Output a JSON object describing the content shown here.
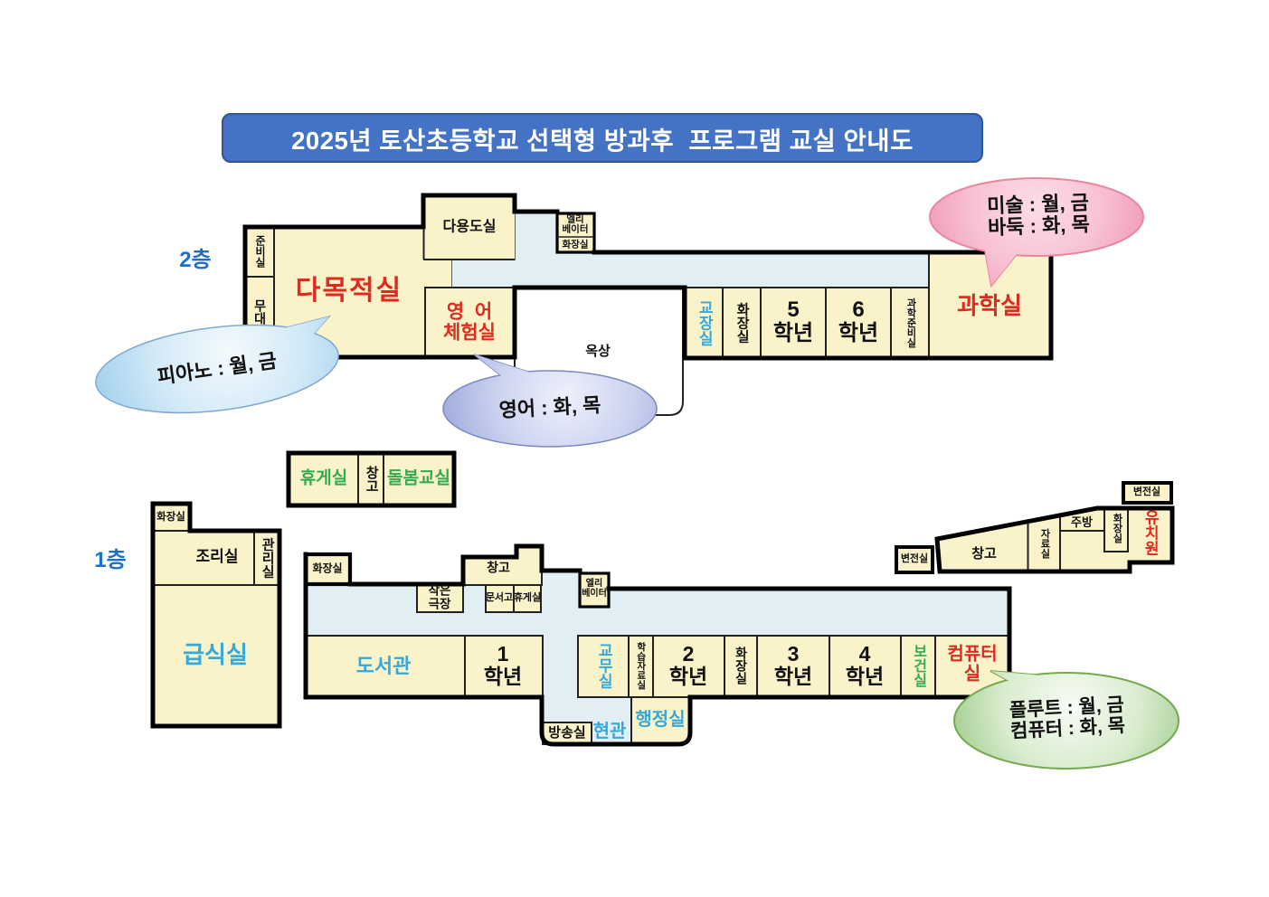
{
  "title": "2025년 토산초등학교 선택형 방과후  프로그램 교실 안내도",
  "colors": {
    "title_bg": "#4472c4",
    "room_fill": "#faf3c9",
    "corridor_fill": "#e1eff5",
    "wall": "#000000",
    "label_red": "#e02a1f",
    "label_cyan": "#35a8dc",
    "label_green": "#2fac53",
    "label_blue": "#1f70c5",
    "bubble_pink": "#f2a2bd",
    "bubble_blue": "#abd5ef",
    "bubble_periwinkle": "#a8b2e2",
    "bubble_green": "#aad199"
  },
  "floor2": {
    "label": "2층",
    "rooms": {
      "prep_room": "준비실",
      "stage": "무대",
      "multipurpose_room": "다목적실",
      "utility_room": "다용도실",
      "elevator": "엘리\n베이터",
      "elevator_toilet": "화장실",
      "english_lab": "영  어\n체험실",
      "rooftop": "옥상",
      "principal_office": "교장실",
      "toilet": "화장실",
      "grade5": "5\n학년",
      "grade6": "6\n학년",
      "science_prep_room": "과학준비실",
      "science_room": "과학실"
    }
  },
  "floor1": {
    "label": "1층",
    "rooms": {
      "lounge_annex": "휴게실",
      "storage_annex": "창고",
      "care_classroom": "돌봄교실",
      "kitchen_toilet": "화장실",
      "cook_room": "조리실",
      "management_room": "관리실",
      "cafeteria": "급식실",
      "west_toilet": "화장실",
      "small_theater": "작은\n극장",
      "storage_main": "창고",
      "document_room": "문서고",
      "lounge_main": "휴게실",
      "elevator": "엘리\n베이터",
      "library": "도서관",
      "grade1": "1\n학년",
      "teachers_office": "교무실",
      "learning_materials": "학습자료실",
      "grade2": "2\n학년",
      "east_toilet": "화장실",
      "grade3": "3\n학년",
      "grade4": "4\n학년",
      "health_room": "보건실",
      "computer_room": "컴퓨터\n실",
      "broadcast_room": "방송실",
      "entrance": "현관",
      "admin_office": "행정실",
      "substation_left": "변전실",
      "substation_top": "변전실",
      "storage_ne": "창고",
      "data_room": "자료실",
      "kitchen_ne": "주방",
      "ne_toilet": "화장실",
      "kindergarten": "유치원"
    }
  },
  "bubbles": {
    "art_baduk": "미술 : 월, 금\n바둑 : 화, 목",
    "piano": "피아노 : 월, 금",
    "english": "영어 : 화, 목",
    "flute_computer": "플루트 : 월, 금\n컴퓨터 : 화, 목"
  }
}
